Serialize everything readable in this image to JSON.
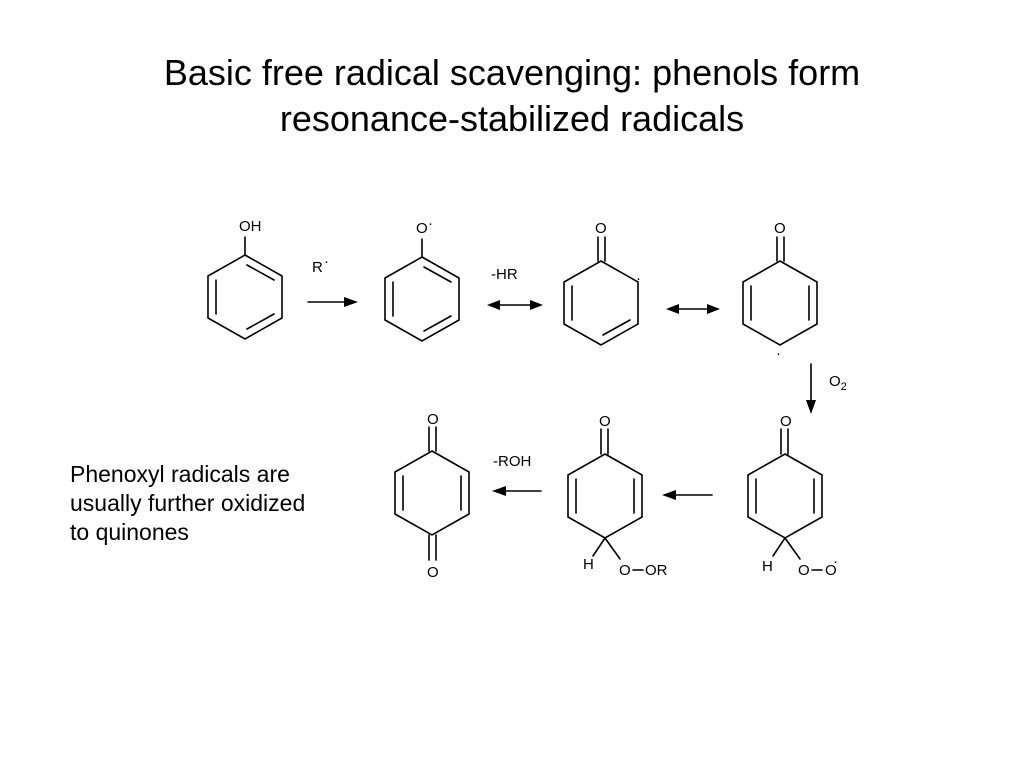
{
  "title": {
    "line1": "Basic free radical scavenging: phenols form",
    "line2": "resonance-stabilized radicals"
  },
  "caption": {
    "line1": "Phenoxyl radicals are",
    "line2": "usually further oxidized",
    "line3": "to quinones"
  },
  "reagents": {
    "r_radical": "R",
    "minus_hr": "-HR",
    "o2": "O",
    "o2_subscript": "2",
    "minus_roh": "-ROH"
  },
  "atoms": {
    "oh": "OH",
    "o": "O",
    "h": "H",
    "or": "OR",
    "radical_dot": "·"
  },
  "colors": {
    "text": "#000000",
    "background": "#ffffff"
  }
}
